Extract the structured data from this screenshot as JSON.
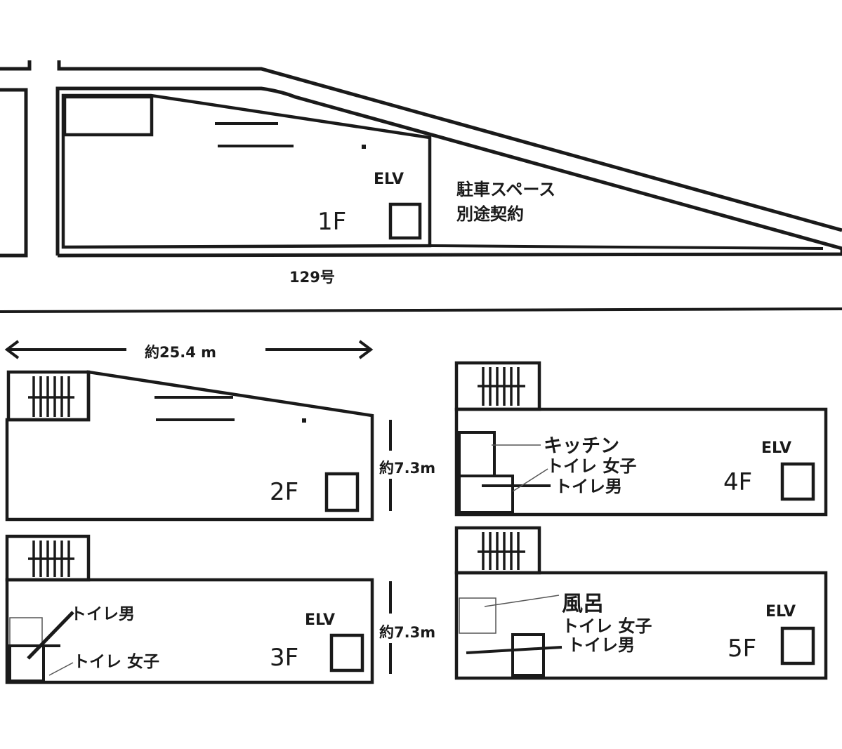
{
  "first_floor": {
    "elv_label": "ELV",
    "floor_label": "1F",
    "parking_line1": "駐車スペース",
    "parking_line2": "別途契約",
    "road_label": "129号"
  },
  "dimensions": {
    "width_label": "約25.4 m",
    "depth_label_upper": "約7.3m",
    "depth_label_lower": "約7.3m"
  },
  "second_floor": {
    "floor_label": "2F"
  },
  "third_floor": {
    "floor_label": "3F",
    "elv_label": "ELV",
    "toilet_male": "トイレ男",
    "toilet_female": "トイレ 女子"
  },
  "fourth_floor": {
    "floor_label": "4F",
    "elv_label": "ELV",
    "kitchen": "キッチン",
    "toilet_female": "トイレ 女子",
    "toilet_male": "トイレ男"
  },
  "fifth_floor": {
    "floor_label": "5F",
    "elv_label": "ELV",
    "bath": "風呂",
    "toilet_female": "トイレ 女子",
    "toilet_male": "トイレ男"
  }
}
